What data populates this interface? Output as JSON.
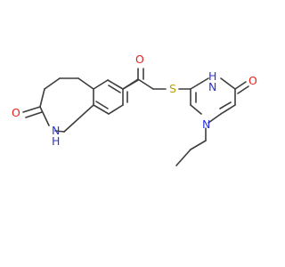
{
  "colors": {
    "bond": "#3d3d3d",
    "oxygen": "#e8211e",
    "nitrogen": "#2b34d9",
    "sulfur": "#b8a100",
    "background": "#ffffff"
  },
  "atoms": {
    "o_ketone": "O",
    "o_lactam": "O",
    "o_pyrimidinone": "O",
    "nh_lactam": "NH",
    "h_lactam": "H",
    "n_lactam": "N",
    "nh_pyrimidine": "NH",
    "h_pyrimidine": "H",
    "n_pyrimidine_amine": "N",
    "n_pyrimidine": "N",
    "s_thioether": "S"
  }
}
